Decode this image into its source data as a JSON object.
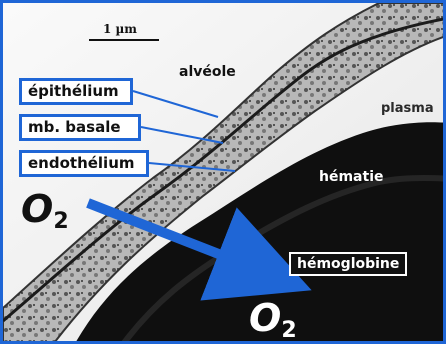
{
  "scale": {
    "label": "1 µm"
  },
  "labels": {
    "alveole": "alvéole",
    "plasma": "plasma",
    "hematie": "hématie"
  },
  "boxes": {
    "epithelium": "épithélium",
    "basale": "mb. basale",
    "endothelium": "endothélium"
  },
  "hemoglobine": "hémoglobine",
  "o2": {
    "main": "O",
    "sub": "2"
  },
  "colors": {
    "accent": "#1f66d6"
  }
}
